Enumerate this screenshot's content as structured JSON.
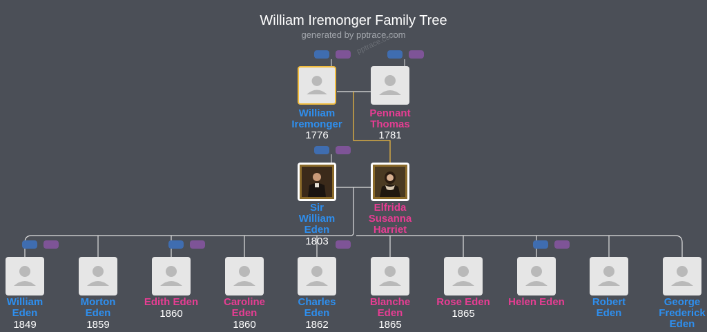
{
  "header": {
    "title": "William Iremonger Family Tree",
    "subtitle": "generated by pptrace.com",
    "watermark": "pptrace.com"
  },
  "colors": {
    "background": "#4b4f57",
    "male": "#2e8fef",
    "female": "#e73d93",
    "selected_border": "#f2bd3f",
    "connector": "#e0e0e0",
    "line_highlight": "#f2bd3f",
    "parents_pill": "#3f6db0",
    "partner_pill": "#7e5497"
  },
  "people": {
    "william_iremonger": {
      "name_lines": [
        "William",
        "Iremonger"
      ],
      "year": "1776",
      "gender": "male",
      "photo": "placeholder-icon",
      "selected": true
    },
    "pennant_thomas": {
      "name_lines": [
        "Pennant",
        "Thomas"
      ],
      "year": "1781",
      "gender": "female",
      "photo": "placeholder-icon"
    },
    "sir_william_eden": {
      "name_lines": [
        "Sir",
        "William",
        "Eden"
      ],
      "year": "1803",
      "gender": "male",
      "photo": "portrait-man"
    },
    "elfrida_susanna_harriet": {
      "name_lines": [
        "Elfrida",
        "Susanna",
        "Harriet"
      ],
      "year": "",
      "gender": "female",
      "photo": "portrait-woman"
    }
  },
  "children": [
    {
      "name_lines": [
        "William",
        "Eden"
      ],
      "year": "1849",
      "gender": "male"
    },
    {
      "name_lines": [
        "Morton",
        "Eden"
      ],
      "year": "1859",
      "gender": "male"
    },
    {
      "name_lines": [
        "Edith Eden"
      ],
      "year": "1860",
      "gender": "female"
    },
    {
      "name_lines": [
        "Caroline",
        "Eden"
      ],
      "year": "1860",
      "gender": "female"
    },
    {
      "name_lines": [
        "Charles",
        "Eden"
      ],
      "year": "1862",
      "gender": "male"
    },
    {
      "name_lines": [
        "Blanche",
        "Eden"
      ],
      "year": "1865",
      "gender": "female"
    },
    {
      "name_lines": [
        "Rose Eden"
      ],
      "year": "1865",
      "gender": "female"
    },
    {
      "name_lines": [
        "Helen Eden"
      ],
      "year": "",
      "gender": "female"
    },
    {
      "name_lines": [
        "Robert",
        "Eden"
      ],
      "year": "",
      "gender": "male"
    },
    {
      "name_lines": [
        "George",
        "Frederick",
        "Eden"
      ],
      "year": "",
      "gender": "male"
    }
  ]
}
